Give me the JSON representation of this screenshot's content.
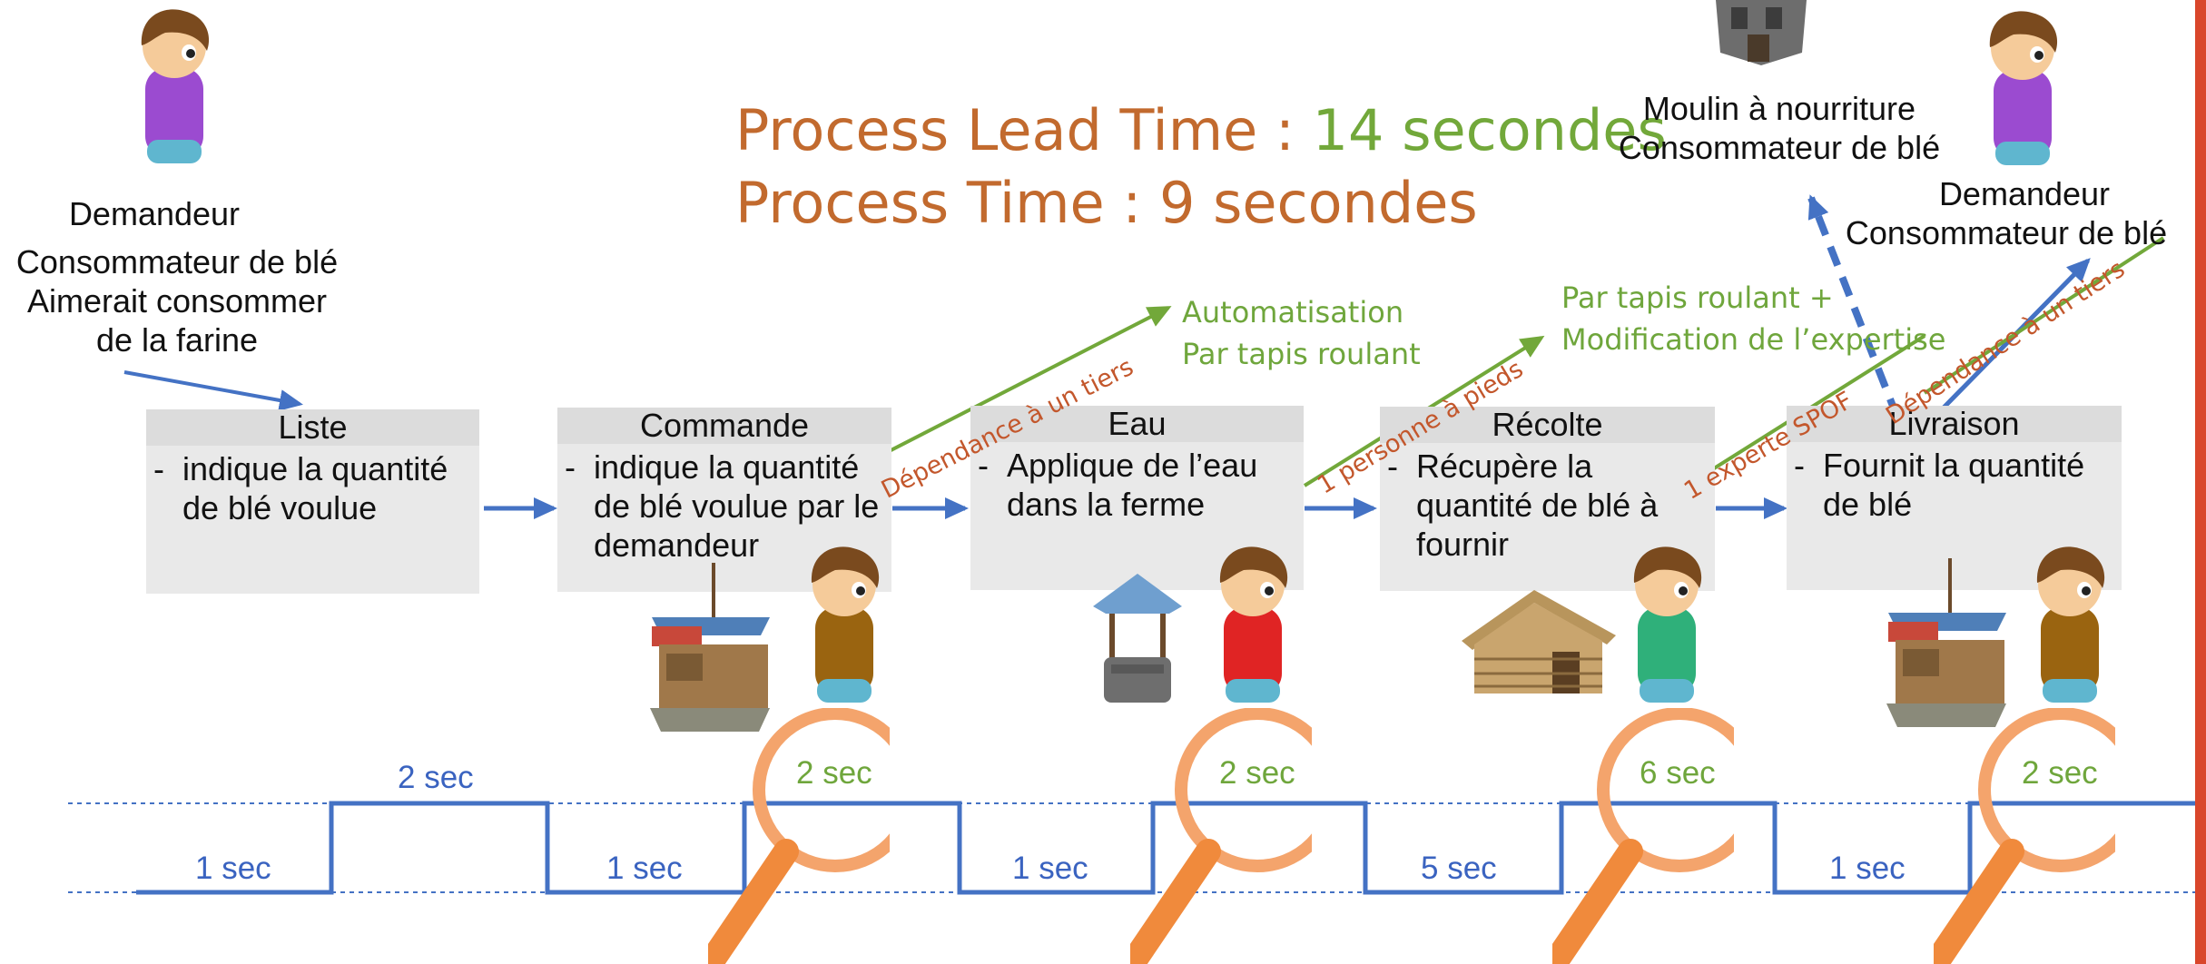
{
  "title": {
    "lead_label": "Process Lead Time : ",
    "lead_value": "14 secondes",
    "process_time": "Process Time : 9 secondes"
  },
  "left_actor": {
    "line1": "Demandeur",
    "line2": "Consommateur de blé",
    "line3": "Aimerait consommer",
    "line4": "de la farine"
  },
  "mill": {
    "line1": "Moulin à nourriture",
    "line2": "Consommateur de blé"
  },
  "right_actor": {
    "line1": "Demandeur",
    "line2": "Consommateur de blé"
  },
  "steps": [
    {
      "title": "Liste",
      "dash": "-",
      "text": [
        "indique la quantité",
        "de blé voulue"
      ]
    },
    {
      "title": "Commande",
      "dash": "-",
      "text": [
        "indique la quantité",
        "de blé voulue par le",
        "demandeur"
      ]
    },
    {
      "title": "Eau",
      "dash": "-",
      "text": [
        "Applique de l’eau",
        "dans la ferme"
      ]
    },
    {
      "title": "Récolte",
      "dash": "-",
      "text": [
        "Récupère la",
        "quantité de blé à",
        "fournir"
      ]
    },
    {
      "title": "Livraison",
      "dash": "-",
      "text": [
        "Fournit la quantité",
        "de blé"
      ]
    }
  ],
  "improvements": {
    "auto_1": "Automatisation",
    "auto_2": "Par tapis roulant",
    "tapis_1": "Par tapis roulant +",
    "tapis_2": "Modification de l’expertise"
  },
  "problems": {
    "tiers_1": "Dépendance à un tiers",
    "pied": "1 personne à pieds",
    "spof": "1 experte SPOF",
    "tiers_2": "Dépendance à un tiers"
  },
  "timeline": {
    "wait": [
      "1 sec",
      "2 sec",
      "1 sec",
      "1 sec",
      "5 sec",
      "1 sec"
    ],
    "process": [
      "2 sec",
      "2 sec",
      "6 sec",
      "2 sec"
    ]
  },
  "colors": {
    "arrow_blue": "#4472c4",
    "title_orange": "#c26a2e",
    "accent_green": "#72a83a",
    "magnifier": "#f4a46c"
  }
}
